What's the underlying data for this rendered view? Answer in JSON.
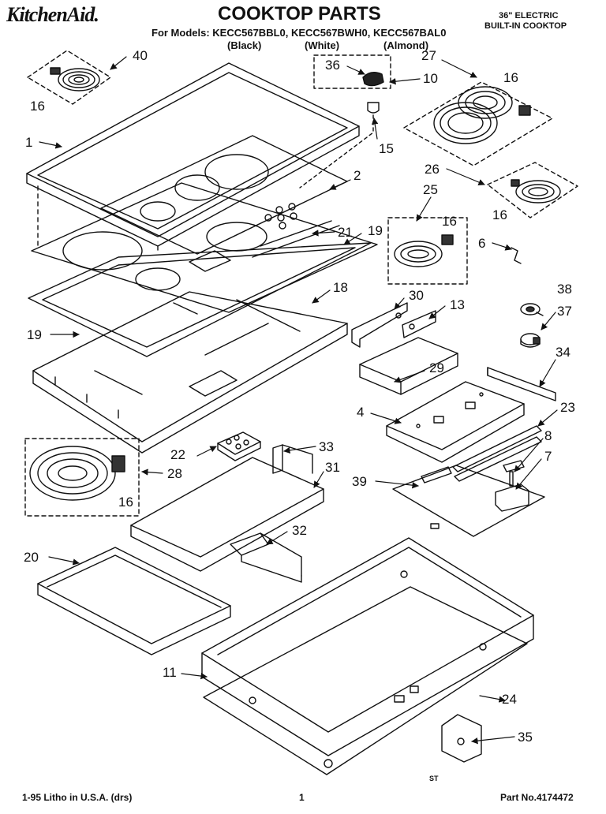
{
  "header": {
    "brand": "KitchenAid.",
    "title": "COOKTOP PARTS",
    "spec_line1": "36\" ELECTRIC",
    "spec_line2": "BUILT-IN COOKTOP",
    "models_line": "For Models: KECC567BBL0, KECC567BWH0, KECC567BAL0",
    "color_black": "(Black)",
    "color_white": "(White)",
    "color_almond": "(Almond)"
  },
  "footer": {
    "litho": "1-95 Litho in U.S.A. (drs)",
    "page": "1",
    "code": "ST",
    "part_no": "Part No.4174472"
  },
  "callouts": [
    {
      "id": "c40",
      "label": "40"
    },
    {
      "id": "c16a",
      "label": "16"
    },
    {
      "id": "c1",
      "label": "1"
    },
    {
      "id": "c36",
      "label": "36"
    },
    {
      "id": "c10",
      "label": "10"
    },
    {
      "id": "c27",
      "label": "27"
    },
    {
      "id": "c16b",
      "label": "16"
    },
    {
      "id": "c15",
      "label": "15"
    },
    {
      "id": "c2",
      "label": "2"
    },
    {
      "id": "c26",
      "label": "26"
    },
    {
      "id": "c25",
      "label": "25"
    },
    {
      "id": "c16c",
      "label": "16"
    },
    {
      "id": "c16d",
      "label": "16"
    },
    {
      "id": "c21",
      "label": "21"
    },
    {
      "id": "c19a",
      "label": "19"
    },
    {
      "id": "c6",
      "label": "6"
    },
    {
      "id": "c18",
      "label": "18"
    },
    {
      "id": "c38",
      "label": "38"
    },
    {
      "id": "c30",
      "label": "30"
    },
    {
      "id": "c13",
      "label": "13"
    },
    {
      "id": "c37",
      "label": "37"
    },
    {
      "id": "c19b",
      "label": "19"
    },
    {
      "id": "c34",
      "label": "34"
    },
    {
      "id": "c29",
      "label": "29"
    },
    {
      "id": "c4",
      "label": "4"
    },
    {
      "id": "c23",
      "label": "23"
    },
    {
      "id": "c8",
      "label": "8"
    },
    {
      "id": "c22",
      "label": "22"
    },
    {
      "id": "c33",
      "label": "33"
    },
    {
      "id": "c7",
      "label": "7"
    },
    {
      "id": "c28",
      "label": "28"
    },
    {
      "id": "c31",
      "label": "31"
    },
    {
      "id": "c39",
      "label": "39"
    },
    {
      "id": "c16e",
      "label": "16"
    },
    {
      "id": "c32",
      "label": "32"
    },
    {
      "id": "c20",
      "label": "20"
    },
    {
      "id": "c11",
      "label": "11"
    },
    {
      "id": "c24",
      "label": "24"
    },
    {
      "id": "c35",
      "label": "35"
    }
  ]
}
